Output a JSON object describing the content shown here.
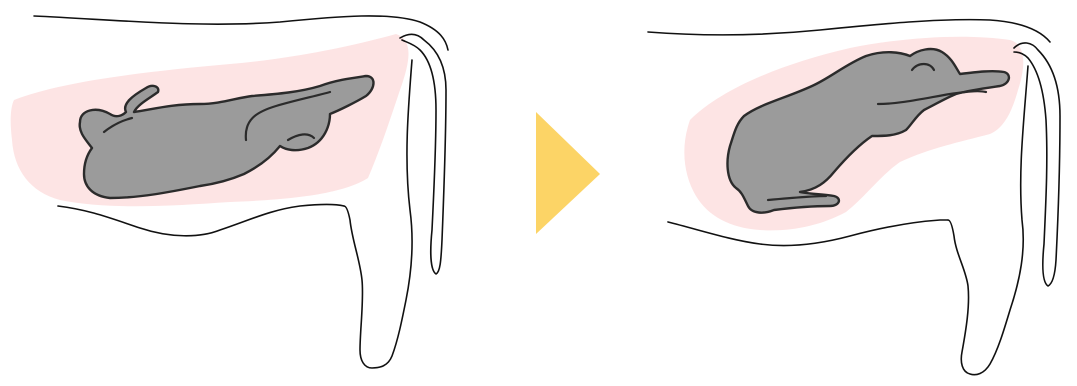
{
  "colors": {
    "background": "#ffffff",
    "outline": "#111111",
    "uterus_fill": "#fde4e4",
    "fetus_fill": "#9b9b9b",
    "fetus_outline": "#2b2b2b",
    "arrow_fill": "#fcd466"
  },
  "panels": [
    {
      "id": "before",
      "fetus_posture": "head-and-forelimbs-extended-toward-cervix"
    },
    {
      "id": "after",
      "fetus_posture": "rotated-with-forelimbs-extended-toward-cervix"
    }
  ],
  "arrow": {
    "direction": "right",
    "icon": "play-triangle-icon"
  }
}
